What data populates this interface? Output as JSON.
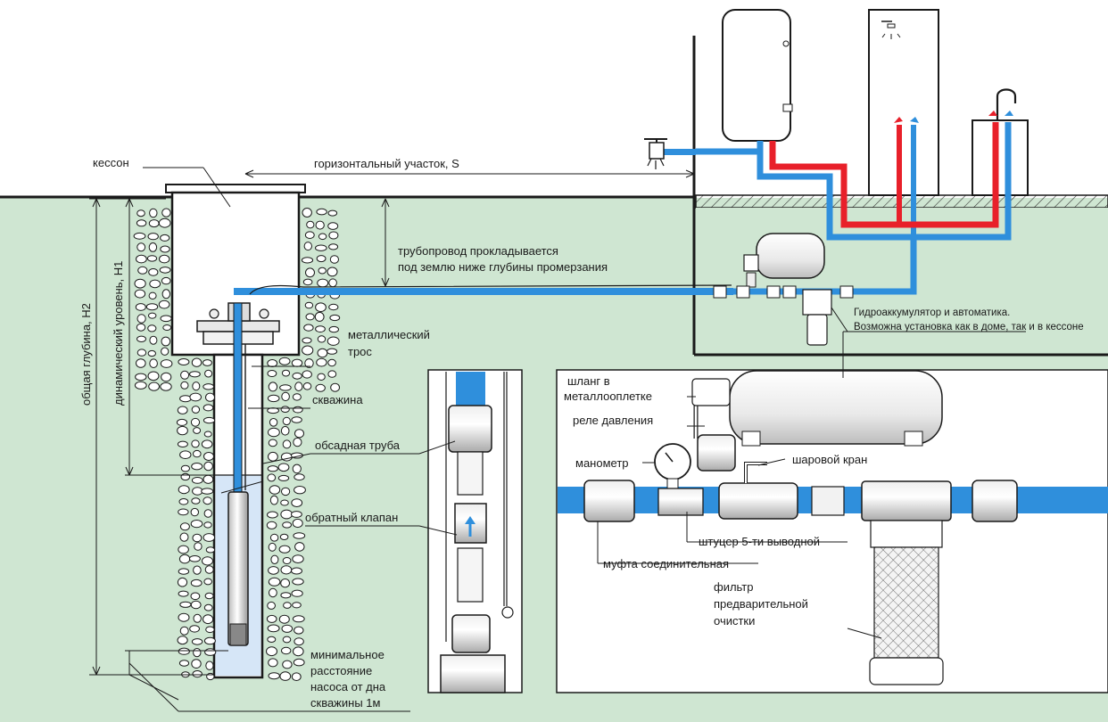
{
  "labels": {
    "caisson": "кессон",
    "horizontal_section": "горизонтальный участок, S",
    "pipeline_line1": "трубопровод прокладывается",
    "pipeline_line2": "под землю ниже глубины промерзания",
    "total_depth": "общая глубина, H2",
    "dynamic_level": "динамический уровень, H1",
    "metal_cable_line1": "металлический",
    "metal_cable_line2": "трос",
    "well": "скважина",
    "casing_pipe": "обсадная труба",
    "check_valve": "обратный клапан",
    "min_distance_line1": "минимальное",
    "min_distance_line2": "расстояние",
    "min_distance_line3": "насоса от дна",
    "min_distance_line4": "скважины 1м",
    "accumulator_line1": "Гидроаккумулятор и автоматика.",
    "accumulator_line2": "Возможна установка как в доме, так и в кессоне",
    "hose_line1": "шланг в",
    "hose_line2": "металлооплетке",
    "pressure_relay": "реле давления",
    "manometer": "манометр",
    "ball_valve": "шаровой кран",
    "fitting_5way": "штуцер 5-ти выводной",
    "coupling": "муфта соединительная",
    "filter_line1": "фильтр",
    "filter_line2": "предварительной",
    "filter_line3": "очистки"
  },
  "colors": {
    "soil": "#cfe6d2",
    "water": "#d6e6f7",
    "cold_pipe": "#2f8fdc",
    "hot_pipe": "#e8202a",
    "outline": "#1a1a1a",
    "stone_fill": "#ffffff"
  }
}
